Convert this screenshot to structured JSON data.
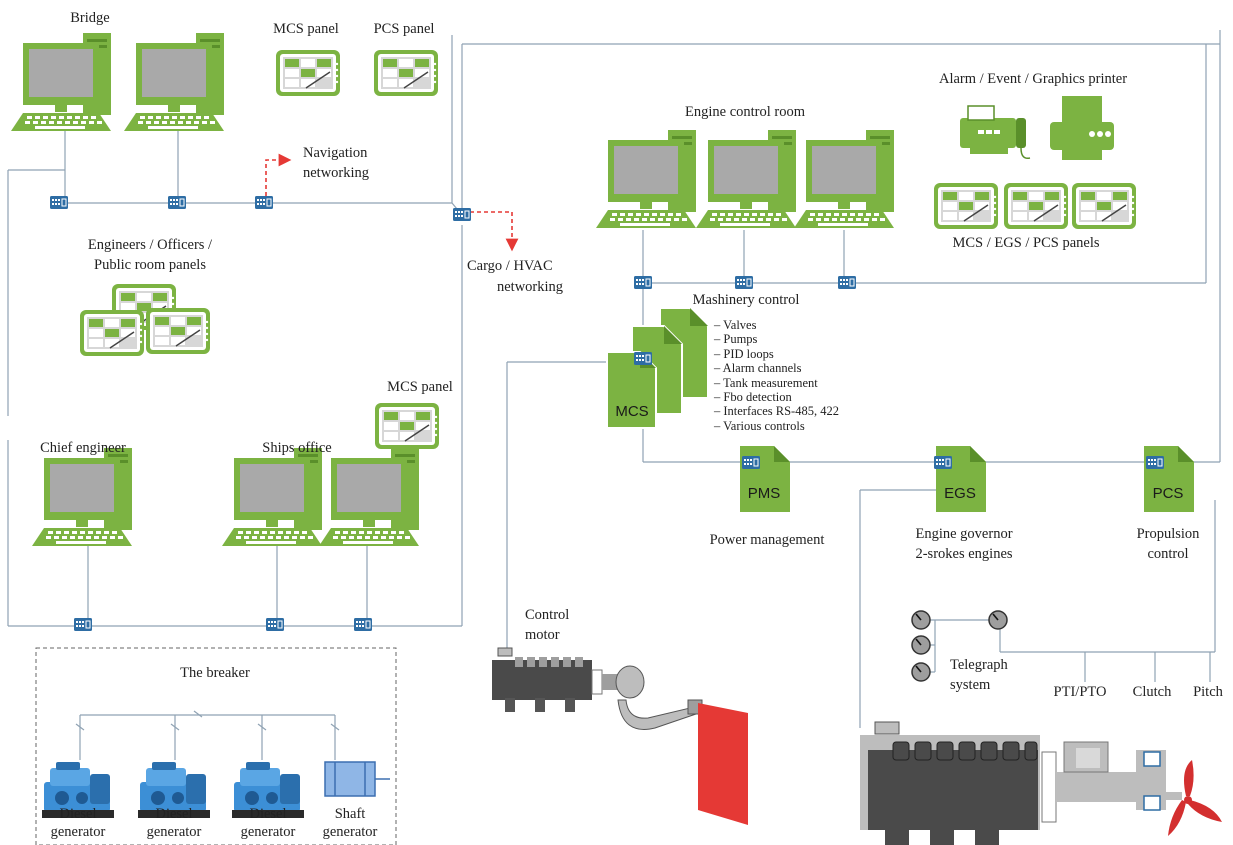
{
  "colors": {
    "green": "#7cb342",
    "green_dark": "#5a8f2a",
    "screen": "#a9a9a9",
    "line": "#8fa2b3",
    "network_arrow": "#e53935",
    "generator_blue": "#3c8fd6",
    "rudder": "#e53935",
    "engine_dark": "#4a4a4a",
    "engine_light": "#bdbdbd"
  },
  "labels": {
    "bridge": "Bridge",
    "mcs_panel_top": "MCS panel",
    "pcs_panel_top": "PCS panel",
    "navigation_networking": [
      "Navigation",
      "networking"
    ],
    "engineers_panels": [
      "Engineers / Officers /",
      "Public room panels"
    ],
    "cargo_networking": [
      "Cargo / HVAC",
      "networking"
    ],
    "engine_control_room": "Engine control room",
    "alarm_printer": "Alarm / Event / Graphics printer",
    "mcs_egs_pcs_panels": "MCS / EGS / PCS panels",
    "machinery_control": "Mashinery control",
    "mcs_panel_mid": "MCS panel",
    "chief_engineer": "Chief engineer",
    "ships_office": "Ships office",
    "power_management": "Power management",
    "engine_governor": [
      "Engine governor",
      "2-srokes engines"
    ],
    "propulsion_control": [
      "Propulsion",
      "control"
    ],
    "control_motor": [
      "Control",
      "motor"
    ],
    "the_breaker": "The breaker",
    "telegraph_system": [
      "Telegraph",
      "system"
    ],
    "pti_pto": "PTI/PTO",
    "clutch": "Clutch",
    "pitch": "Pitch"
  },
  "machinery_features": [
    "– Valves",
    "– Pumps",
    "– PID loops",
    "– Alarm channels",
    "– Tank measurement",
    "– Fbo detection",
    "– Interfaces RS-485, 422",
    "– Various controls"
  ],
  "controllers": {
    "mcs": "MCS",
    "pms": "PMS",
    "egs": "EGS",
    "pcs": "PCS"
  },
  "generators": [
    [
      "Diesel",
      "generator"
    ],
    [
      "Diesel",
      "generator"
    ],
    [
      "Diesel",
      "generator"
    ],
    [
      "Shaft",
      "generator"
    ]
  ]
}
